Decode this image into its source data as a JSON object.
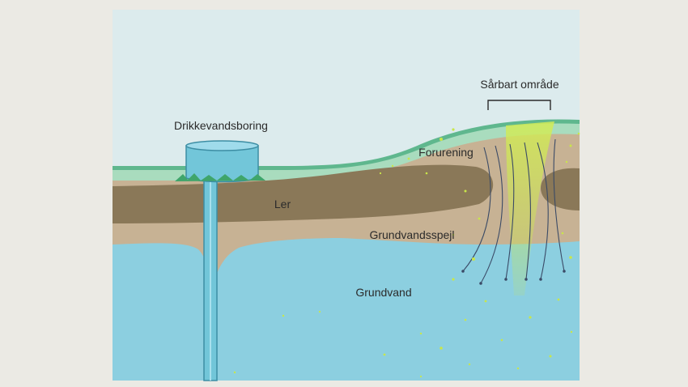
{
  "diagram": {
    "labels": {
      "well": "Drikkevandsboring",
      "vulnerable_area": "Sårbart område",
      "pollution": "Forurening",
      "clay": "Ler",
      "water_table": "Grundvandsspejl",
      "groundwater": "Grundvand"
    },
    "colors": {
      "page_background": "#ebeae4",
      "sky": "#dcebed",
      "surface_green": "#5fb78e",
      "soil": "#c7b294",
      "clay": "#8a7858",
      "groundwater": "#8ccfe0",
      "well": "#72c6d9",
      "pollution": "#c9e64a",
      "text": "#2b2b2b"
    }
  }
}
